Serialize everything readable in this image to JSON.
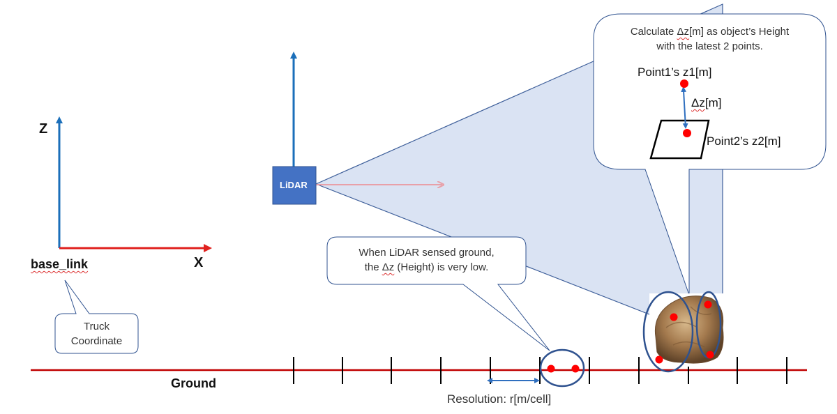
{
  "axes": {
    "z_label": "Z",
    "x_label": "X",
    "frame_label": "base_link"
  },
  "truck_callout": {
    "line1": "Truck",
    "line2": "Coordinate"
  },
  "lidar": {
    "label": "LiDAR"
  },
  "ground": {
    "label": "Ground",
    "resolution_label": "Resolution: r[m/cell]"
  },
  "ground_callout": {
    "line1": "When LiDAR sensed ground,",
    "line2_pre": "the ",
    "line2_math": "Δz",
    "line2_post": " (Height) is very low."
  },
  "height_callout": {
    "line1_pre": "Calculate ",
    "line1_math": "Δz",
    "line1_post": "[m] as object’s Height",
    "line2": "with the latest 2 points.",
    "point1_label": "Point1’s z1[m]",
    "delta_label_math": "Δz",
    "delta_label_unit": "[m]",
    "point2_label": "Point2’s z2[m]"
  },
  "colors": {
    "axis_blue": "#1b6fba",
    "axis_red": "#e0211e",
    "ground_red": "#c00000",
    "lidar_box": "#4472c4",
    "beam_fill": "#dae3f3",
    "beam_edge": "#3e5f9a",
    "point_red": "#ff0000",
    "callout_border": "#2f528f",
    "ellipse_blue": "#2f528f"
  }
}
